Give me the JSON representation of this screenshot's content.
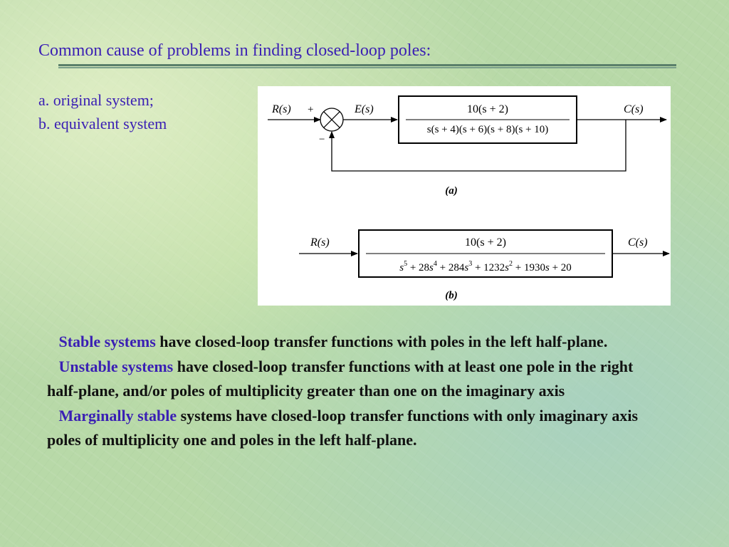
{
  "slide": {
    "title": "Common cause of problems in finding closed-loop poles:",
    "captions": [
      "a. original system;",
      "b. equivalent system"
    ]
  },
  "figure": {
    "a": {
      "input": "R(s)",
      "plus": "+",
      "minus": "−",
      "error": "E(s)",
      "numerator": "10(s + 2)",
      "denominator": "s(s + 4)(s + 6)(s + 8)(s + 10)",
      "output": "C(s)",
      "label": "(a)"
    },
    "b": {
      "input": "R(s)",
      "numerator": "10(s + 2)",
      "denominator": "s5 + 28s4 + 284s3 + 1232s2 + 1930s + 20",
      "output": "C(s)",
      "label": "(b)"
    }
  },
  "paragraphs": [
    {
      "keyword": "Stable systems",
      "text": " have closed-loop transfer functions with poles in the left half-plane."
    },
    {
      "keyword": "Unstable systems",
      "text": " have closed-loop transfer functions with at least one pole in the right half-plane, and/or poles of multiplicity greater than one on the imaginary axis"
    },
    {
      "keyword": "Marginally stable",
      "text": " systems have closed-loop transfer functions with only imaginary axis poles of multiplicity one and poles in the left half-plane."
    }
  ],
  "colors": {
    "accent": "#3a1fb4",
    "body_text": "#111111",
    "rule": "#5a7f6a"
  }
}
